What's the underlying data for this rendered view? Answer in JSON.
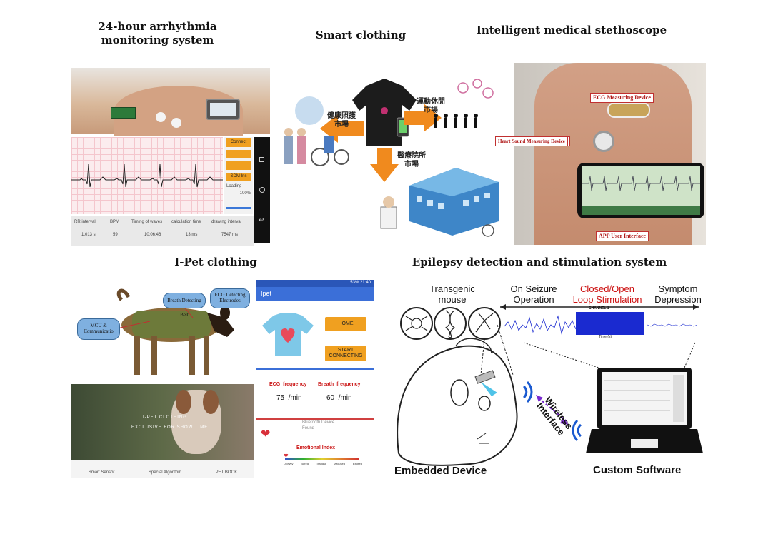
{
  "titles": {
    "arrhythmia_line1": "24-hour arrhythmia",
    "arrhythmia_line2": "monitoring system",
    "smart_clothing": "Smart clothing",
    "stethoscope": "Intelligent medical stethoscope",
    "ipet": "I-Pet clothing",
    "epilepsy": "Epilepsy detection and stimulation system"
  },
  "arrhythmia": {
    "buttons": [
      "Connect",
      "",
      "",
      "SDM  Ins"
    ],
    "loading_label": "Loading",
    "loading_value": "100%",
    "stats_headers": [
      "RR interval",
      "BPM",
      "Timing of waves",
      "calculation time",
      "drawing interval"
    ],
    "stats_values": [
      "1.013 s",
      "59",
      "10:06:46",
      "13 ms",
      "7547 ms"
    ]
  },
  "smart_clothing": {
    "market_health_1": "健康照護",
    "market_health_2": "市場",
    "market_sport_1": "運動休閒",
    "market_sport_2": "市場",
    "market_hospital_1": "醫療院所",
    "market_hospital_2": "市場"
  },
  "stethoscope": {
    "ecg_label": "ECG Measuring Device",
    "heart_label": "Heart Sound Measuring Device",
    "app_label": "APP User Interface"
  },
  "ipet": {
    "callout_mcu_1": "MCU &",
    "callout_mcu_2": "Communicatio",
    "callout_breath": "Breath Detecting Belt",
    "callout_ecg_1": "ECG Detecting",
    "callout_ecg_2": "Electrodes",
    "web_title": "I-PET CLOTHING",
    "web_subtitle": "EXCLUSIVE FOR SHOW TIME",
    "web_nav": [
      "Smart Sensor",
      "Special Algorithm",
      "PET BOOK"
    ],
    "status_bar": "53%  21:40",
    "app_name": "Ipet",
    "home_button": "HOME",
    "start_button_1": "START",
    "start_button_2": "CONNECTING",
    "ecg_freq_label": "ECG_frequency",
    "breath_freq_label": "Breath_frequency",
    "ecg_freq_value": "75  /min",
    "breath_freq_value": "60  /min",
    "bt_line1": "Bluetooth Device",
    "bt_line2": "Found",
    "emotional_index": "Emotional Index",
    "emotion_scale": [
      "Drowsy",
      "Bored",
      "Tranquil",
      "Aroused",
      "Excited"
    ]
  },
  "epilepsy": {
    "transgenic_1": "Transgenic",
    "transgenic_2": "mouse",
    "onseizure_1": "On Seizure",
    "onseizure_2": "Operation",
    "closed_1": "Closed/Open",
    "closed_2": "Loop Stimulation",
    "symptom_1": "Symptom",
    "symptom_2": "Depression",
    "channel": "CHANNEL 1",
    "time_axis": "Time (s)",
    "wireless_1": "Wireless",
    "wireless_2": "Interface",
    "embedded": "Embedded Device",
    "software": "Custom Software"
  },
  "colors": {
    "orange": "#f0a020",
    "red_label": "#cc1010",
    "eeg_blue": "#1a2ad0",
    "ipet_blue": "#3b6fd8"
  }
}
